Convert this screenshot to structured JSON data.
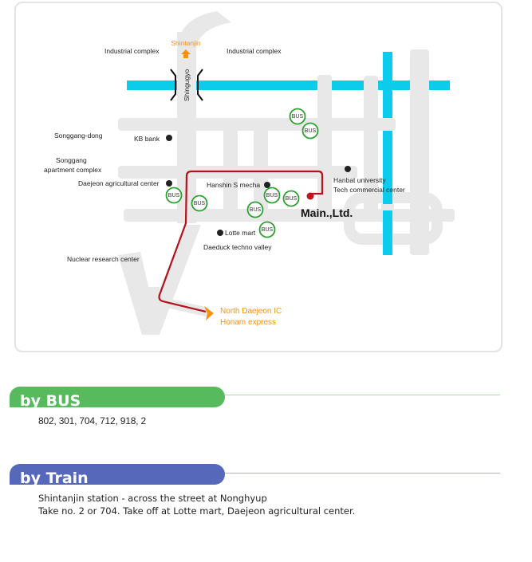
{
  "map": {
    "labels": {
      "shintanjin": "Shintanjin",
      "industrial_left": "Industrial complex",
      "industrial_right": "Industrial complex",
      "shingugyo": "Shingugyo",
      "songgang_dong": "Songgang-dong",
      "kb_bank": "KB bank",
      "songgang_apt_1": "Songgang",
      "songgang_apt_2": "apartment complex",
      "daejeon_agri": "Daejeon agricultural center",
      "hanshin": "Hanshin S mecha",
      "hanbat_1": "Hanbat university",
      "hanbat_2": "Tech commercial center",
      "main_ltd": "Main.,Ltd.",
      "lotte": "Lotte mart",
      "daeduck": "Daeduck techno valley",
      "nuclear": "Nuclear research center",
      "north_ic_1": "North Daejeon IC",
      "north_ic_2": "Honam express"
    },
    "bus_stop_label": "BUS",
    "colors": {
      "road": "#e8e8e8",
      "river": "#0ccbeb",
      "route": "#b5121b",
      "accent": "#f7920f",
      "bus_ring": "#2aa12e",
      "poi": "#222222"
    }
  },
  "sections": {
    "bus": {
      "title": "by BUS",
      "lines": [
        "802, 301, 704, 712, 918, 2"
      ],
      "color": "#57bb5d"
    },
    "train": {
      "title": "by Train",
      "lines": [
        "Shintanjin station - across the street at Nonghyup",
        "Take no. 2 or 704. Take off at Lotte mart, Daejeon agricultural center."
      ],
      "color": "#5568b9"
    }
  }
}
